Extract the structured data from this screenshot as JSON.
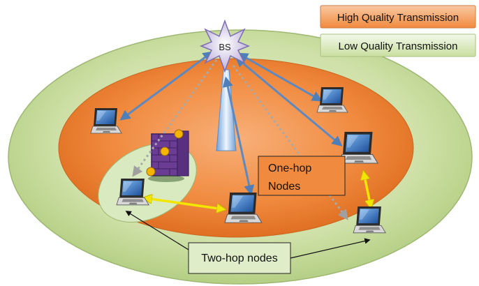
{
  "legend": {
    "high_quality": "High Quality Transmission",
    "low_quality": "Low Quality Transmission"
  },
  "base_station": {
    "label": "BS"
  },
  "labels": {
    "one_hop_line1": "One-hop",
    "one_hop_line2": "Nodes",
    "two_hop": "Two-hop nodes"
  },
  "colors": {
    "outer_zone": "#cfe1a8",
    "inner_zone": "#f08a3e",
    "high_quality_box": "#f4a36a",
    "low_quality_box": "#dcebc6",
    "high_quality_link": "#5e89c0",
    "low_quality_link": "#a9a9a9",
    "relay_link": "#f2e600"
  },
  "icons": [
    "base-station-star-icon",
    "laptop-icon",
    "firewall-icon",
    "tower-icon"
  ]
}
